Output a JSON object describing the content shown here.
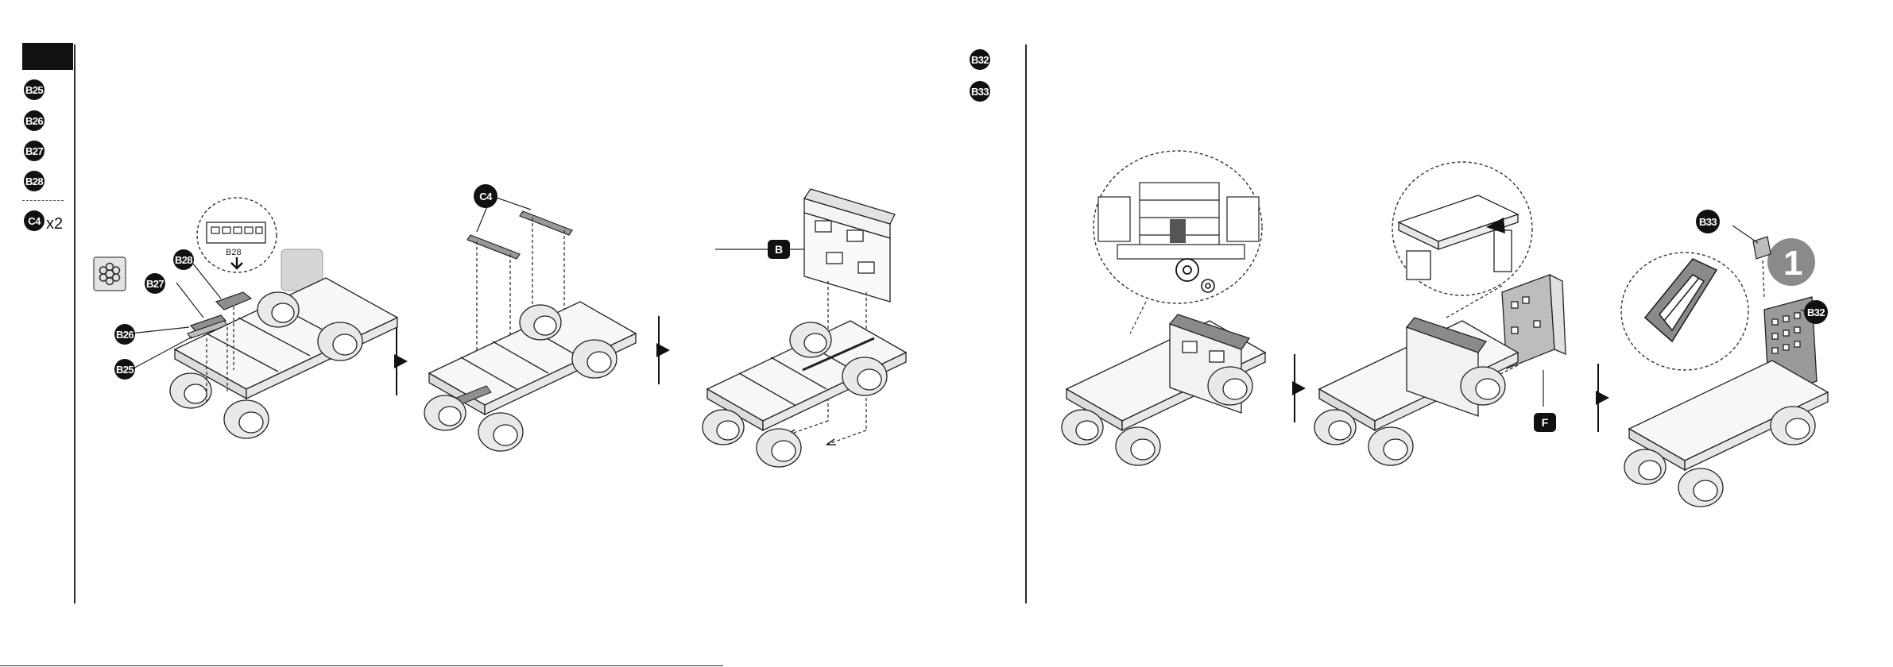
{
  "left_page": {
    "parts": [
      {
        "label": "B25"
      },
      {
        "label": "B26"
      },
      {
        "label": "B27"
      },
      {
        "label": "B28"
      }
    ],
    "extra_part": {
      "label": "C4",
      "quantity": "x2"
    },
    "step1": {
      "callouts": [
        "B28",
        "B27",
        "B26",
        "B25"
      ],
      "zoom_label": "B28"
    },
    "step2": {
      "callout": "C4"
    },
    "step3": {
      "tag": "B"
    }
  },
  "right_page": {
    "parts": [
      {
        "label": "B32"
      },
      {
        "label": "B33"
      }
    ],
    "step5": {
      "tag": "F"
    },
    "step6": {
      "callouts": [
        "B33",
        "B32"
      ],
      "number": "1"
    }
  },
  "colors": {
    "ink": "#111111",
    "line": "#2a2a2a",
    "grey_fill": "#d9d9d9",
    "mid_grey": "#8a8a8a"
  }
}
